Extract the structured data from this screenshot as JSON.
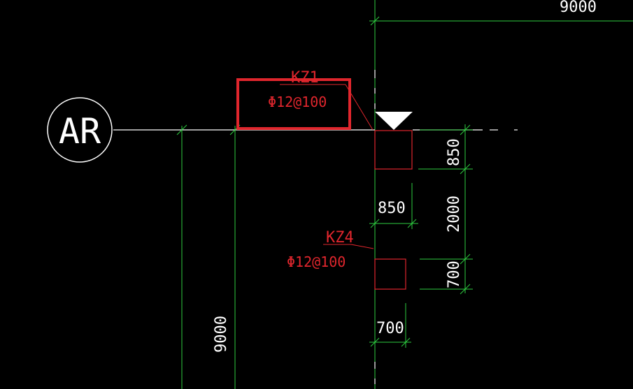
{
  "canvas": {
    "background": "#000000"
  },
  "colors": {
    "dimension_line": "#2ecc40",
    "annotation": "#e0262d",
    "axis_line": "#ffffff",
    "highlight": "#e0262d"
  },
  "axis_bubble": {
    "label": "AR"
  },
  "dimensions": {
    "top_span": "9000",
    "left_span": "9000",
    "kz1_width": "850",
    "kz1_height": "850",
    "spacing": "2000",
    "kz4_width": "700",
    "kz4_height": "700"
  },
  "columns": [
    {
      "tag": "KZ1",
      "rebar": "Φ12@100",
      "highlighted": true
    },
    {
      "tag": "KZ4",
      "rebar": "Φ12@100",
      "highlighted": false
    }
  ],
  "markers": {
    "triangle": "section-mark-icon"
  }
}
